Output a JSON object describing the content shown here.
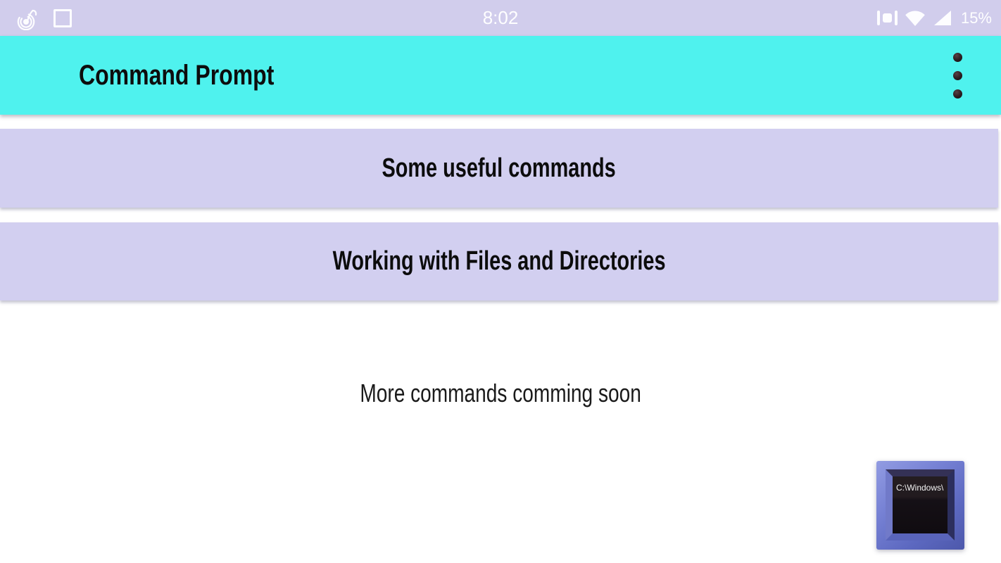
{
  "status_bar": {
    "time": "8:02",
    "battery_percent": "15%",
    "left_icons": [
      "music-note-icon",
      "square-outline-icon"
    ],
    "right_icons": [
      "vibrate-icon",
      "wifi-icon",
      "mobile-signal-icon"
    ]
  },
  "header": {
    "title": "Command Prompt",
    "menu_icon": "overflow-menu-icon"
  },
  "menu_items": [
    {
      "label": "Some useful commands"
    },
    {
      "label": "Working with Files and Directories"
    }
  ],
  "footer_note": "More commands comming soon",
  "app_logo": {
    "screen_text": "C:\\Windows\\"
  },
  "colors": {
    "status_bar_bg": "#d1cdec",
    "header_bg": "#4ff2ee",
    "card_bg": "#d2cff0",
    "logo_frame_blue": "#6c77cc",
    "text_dark": "#0d0d0d"
  }
}
